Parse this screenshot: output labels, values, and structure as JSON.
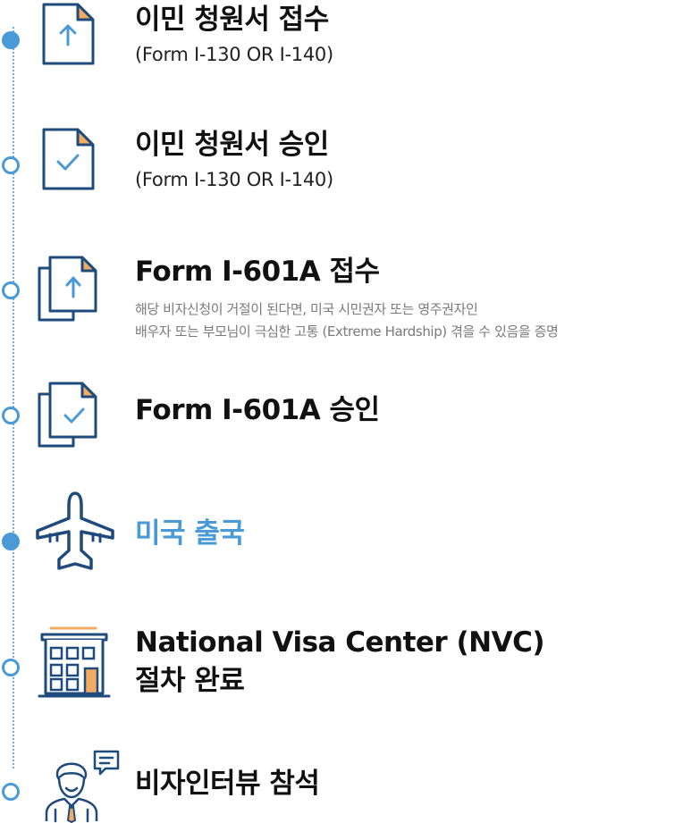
{
  "colors": {
    "accent": "#4a9ad8",
    "icon_dark": "#1f4a7c",
    "icon_orange": "#f3ab64",
    "line": "#6ab0e4"
  },
  "steps": [
    {
      "title": "이민 청원서 접수",
      "subtitle": "(Form I-130 OR I-140)",
      "icon": "document-upload-icon",
      "node": "filled"
    },
    {
      "title": "이민 청원서 승인",
      "subtitle": "(Form I-130 OR I-140)",
      "icon": "document-check-icon",
      "node": "hollow"
    },
    {
      "title": "Form I-601A 접수",
      "desc_line1": "해당 비자신청이 거절이 된다면, 미국 시민권자 또는 영주권자인",
      "desc_line2": "배우자 또는 부모님이 극심한 고통 (Extreme Hardship) 겪을 수 있음을 증명",
      "icon": "documents-upload-icon",
      "node": "hollow"
    },
    {
      "title": "Form I-601A 승인",
      "icon": "documents-check-icon",
      "node": "hollow"
    },
    {
      "title": "미국 출국",
      "icon": "airplane-icon",
      "node": "filled",
      "highlight": true
    },
    {
      "title_line1": "National Visa Center (NVC)",
      "title_line2": "절차 완료",
      "icon": "building-icon",
      "node": "hollow"
    },
    {
      "title": "비자인터뷰 참석",
      "icon": "interviewer-icon",
      "node": "hollow"
    }
  ]
}
